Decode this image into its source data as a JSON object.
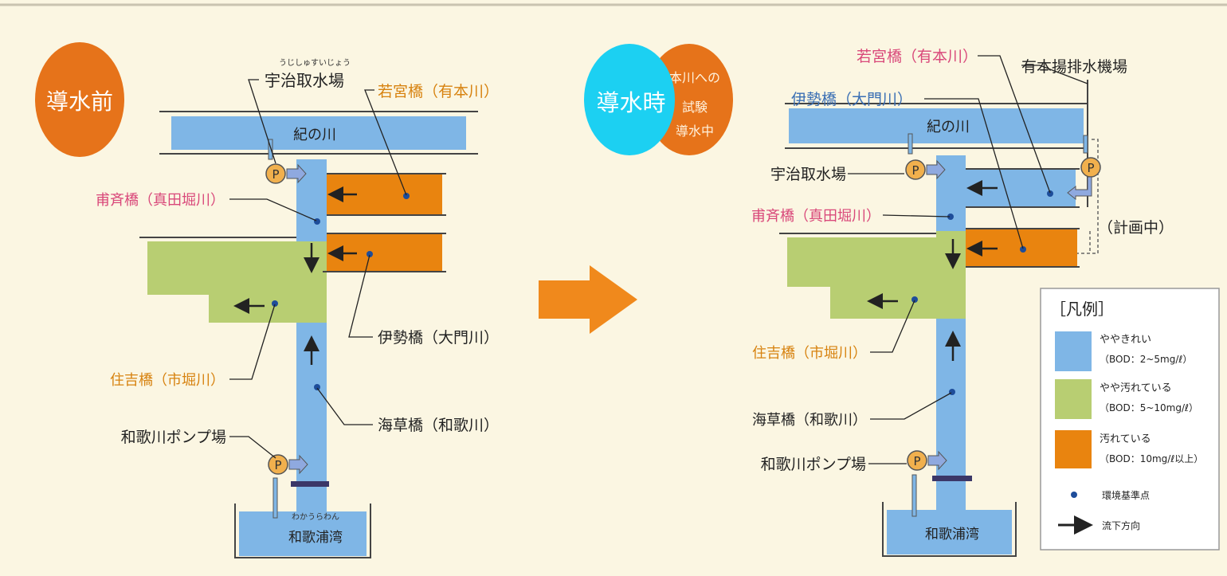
{
  "colors": {
    "background": "#fbf6e2",
    "clean_blue": "#7fb6e6",
    "moderate_green": "#b8ce72",
    "polluted_orange": "#e9840f",
    "badge_orange": "#e6731a",
    "cyan_overlay": "#1cd0f2",
    "label_black": "#222222",
    "label_pink": "#d9487a",
    "label_orange": "#d7820f",
    "pump": "#f1b04d",
    "weir": "#3b3768",
    "point": "#1e4d9a",
    "arrow_big": "#f0891c"
  },
  "before": {
    "badge": "導水前",
    "river_kinokawa": "紀の川",
    "uji_furigana": "うじしゅすいじょう",
    "uji_intake": "宇治取水場",
    "wakamiya": "若宮橋（有本川）",
    "hosai": "甫斉橋（真田堀川）",
    "ise": "伊勢橋（大門川）",
    "sumiyoshi": "住吉橋（市堀川）",
    "kaiso": "海草橋（和歌川）",
    "pump_station": "和歌川ポンプ場",
    "bay_furigana": "わかうらわん",
    "bay": "和歌浦湾",
    "pump_letter": "P"
  },
  "after": {
    "badge_overlay": "導水時",
    "badge_hidden_1": "本川への",
    "badge_hidden_2": "試験",
    "badge_hidden_3": "導水中",
    "wakamiya": "若宮橋（有本川）",
    "arimoto_drainage": "有本揚排水機場",
    "ise": "伊勢橋（大門川）",
    "river_kinokawa": "紀の川",
    "uji_intake": "宇治取水場",
    "hosai": "甫斉橋（真田堀川）",
    "planned": "（計画中）",
    "sumiyoshi": "住吉橋（市堀川）",
    "kaiso": "海草橋（和歌川）",
    "pump_station": "和歌川ポンプ場",
    "bay": "和歌浦湾",
    "pump_letter": "P"
  },
  "legend": {
    "title": "［凡例］",
    "item1_label": "ややきれい",
    "item1_sub": "（BOD：2~5mg/ℓ）",
    "item2_label": "やや汚れている",
    "item2_sub": "（BOD：5~10mg/ℓ）",
    "item3_label": "汚れている",
    "item3_sub": "（BOD：10mg/ℓ以上）",
    "point_label": "環境基準点",
    "flow_label": "流下方向"
  }
}
